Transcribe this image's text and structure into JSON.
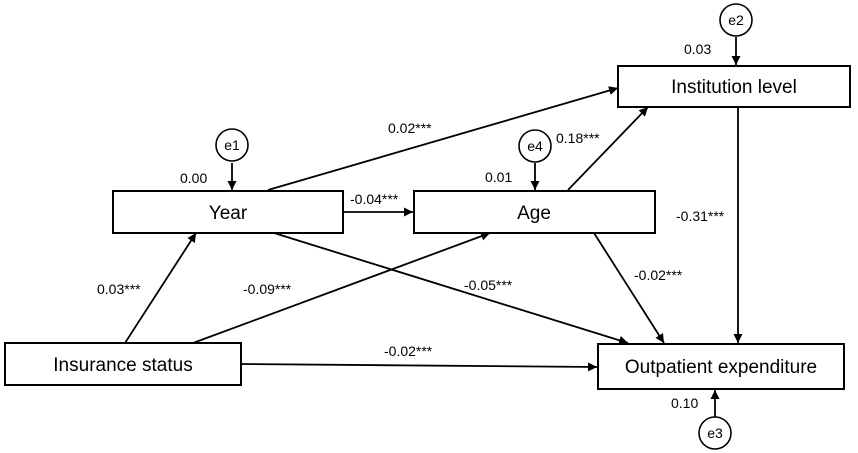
{
  "nodes": {
    "year": "Year",
    "age": "Age",
    "institution": "Institution level",
    "insurance": "Insurance status",
    "outpatient": "Outpatient expenditure"
  },
  "errors": {
    "e1": {
      "label": "e1",
      "variance": "0.00"
    },
    "e2": {
      "label": "e2",
      "variance": "0.03"
    },
    "e3": {
      "label": "e3",
      "variance": "0.10"
    },
    "e4": {
      "label": "e4",
      "variance": "0.01"
    }
  },
  "coefficients": {
    "year_to_institution": "0.02***",
    "age_to_institution": "0.18***",
    "year_to_age": "-0.04***",
    "insurance_to_year": "0.03***",
    "insurance_to_age": "-0.09***",
    "year_to_outpatient": "-0.05***",
    "age_to_outpatient": "-0.02***",
    "institution_to_outpatient": "-0.31***",
    "insurance_to_outpatient": "-0.02***"
  }
}
